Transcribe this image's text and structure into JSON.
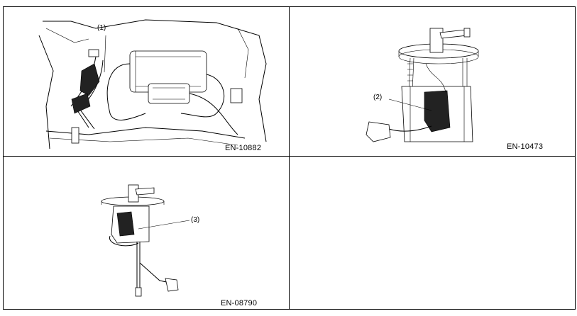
{
  "figures": [
    {
      "code": "EN-10882",
      "callout": "(1)"
    },
    {
      "code": "EN-10473",
      "callout": "(2)"
    },
    {
      "code": "EN-08790",
      "callout": "(3)"
    }
  ]
}
